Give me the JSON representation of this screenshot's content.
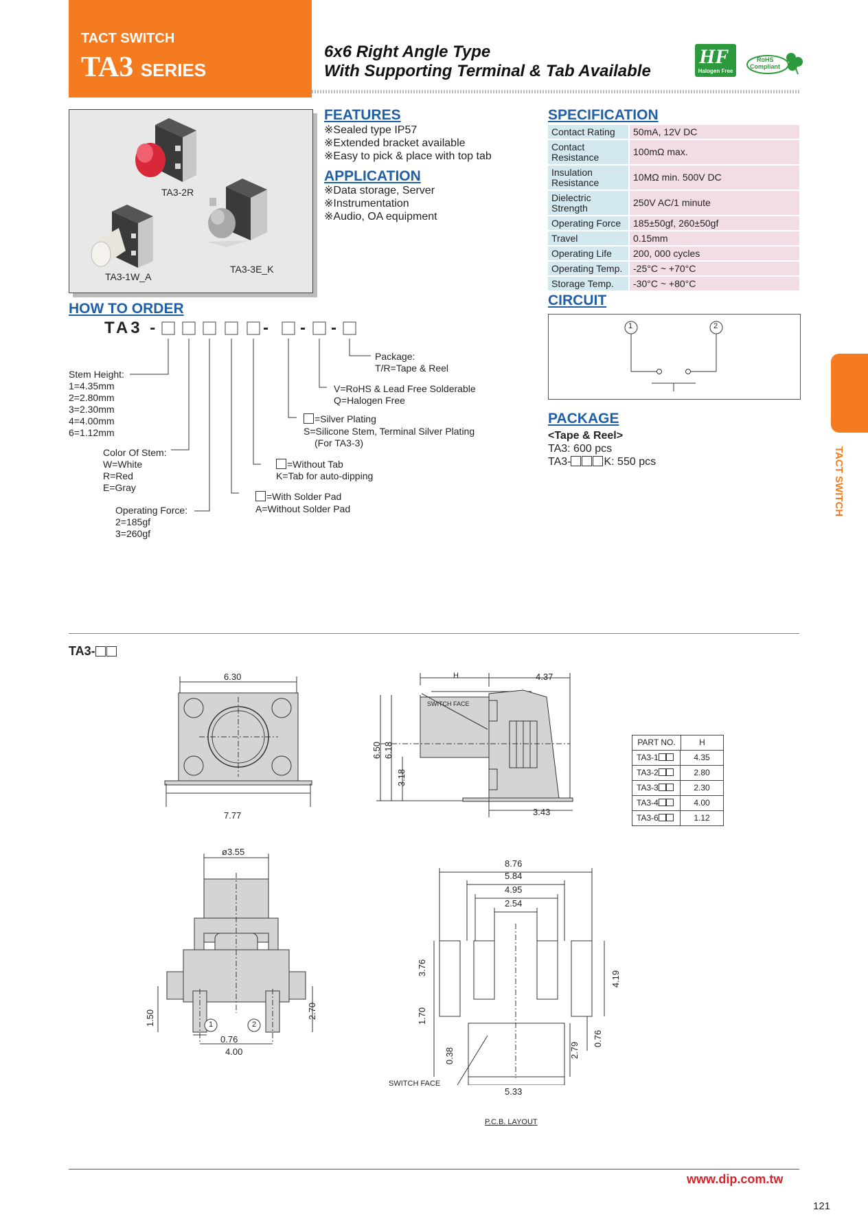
{
  "header": {
    "category": "TACT SWITCH",
    "series_code": "TA3",
    "series_word": "SERIES",
    "subtitle_line1": "6x6 Right Angle Type",
    "subtitle_line2": "With Supporting Terminal & Tab Available",
    "hf_logo_text": "Halogen Free",
    "rohs_logo_line1": "RoHS",
    "rohs_logo_line2": "Compliant"
  },
  "photo": {
    "labels": [
      "TA3-2R",
      "TA3-1W_A",
      "TA3-3E_K"
    ]
  },
  "features": {
    "title": "FEATURES",
    "items": [
      "※Sealed type IP57",
      "※Extended bracket available",
      "※Easy to pick & place with top tab"
    ]
  },
  "application": {
    "title": "APPLICATION",
    "items": [
      "※Data storage, Server",
      "※Instrumentation",
      "※Audio, OA equipment"
    ]
  },
  "specification": {
    "title": "SPECIFICATION",
    "rows": [
      {
        "k": "Contact Rating",
        "v": "50mA, 12V DC"
      },
      {
        "k": "Contact Resistance",
        "v": "100mΩ max."
      },
      {
        "k": "Insulation Resistance",
        "v": "10MΩ min. 500V DC"
      },
      {
        "k": "Dielectric Strength",
        "v": "250V AC/1 minute"
      },
      {
        "k": "Operating Force",
        "v": "185±50gf, 260±50gf"
      },
      {
        "k": "Travel",
        "v": "0.15mm"
      },
      {
        "k": "Operating Life",
        "v": "200, 000 cycles"
      },
      {
        "k": "Operating Temp.",
        "v": "-25°C ~ +70°C"
      },
      {
        "k": "Storage Temp.",
        "v": "-30°C ~ +80°C"
      }
    ]
  },
  "circuit": {
    "title": "CIRCUIT",
    "pin1": "1",
    "pin2": "2"
  },
  "package": {
    "title": "PACKAGE",
    "subtitle": "<Tape & Reel>",
    "line1": "TA3: 600 pcs",
    "line2_prefix": "TA3-",
    "line2_suffix": "K: 550 pcs"
  },
  "how_to_order": {
    "title": "HOW TO ORDER",
    "code_prefix": "TA3 -",
    "dash": "-",
    "package_label": "Package:",
    "package_value": "T/R=Tape & Reel",
    "rohs_v": "V=RoHS & Lead Free Solderable",
    "rohs_q": "Q=Halogen Free",
    "plating1": "=Silver Plating",
    "plating2": "S=Silicone Stem, Terminal Silver Plating",
    "plating3": "(For TA3-3)",
    "tab1": "=Without Tab",
    "tab2": "K=Tab for auto-dipping",
    "pad1": "=With Solder Pad",
    "pad2": "A=Without Solder Pad",
    "stem_height_label": "Stem Height:",
    "stem_heights": [
      "1=4.35mm",
      "2=2.80mm",
      "3=2.30mm",
      "4=4.00mm",
      "6=1.12mm"
    ],
    "color_label": "Color Of Stem:",
    "colors": [
      "W=White",
      "R=Red",
      "E=Gray"
    ],
    "force_label": "Operating Force:",
    "forces": [
      "2=185gf",
      "3=260gf"
    ]
  },
  "drawing": {
    "model_label": "TA3-",
    "top_width": "6.30",
    "bottom_width": "7.77",
    "side_h": "H",
    "side_437": "4.37",
    "switch_face": "SWITCH FACE",
    "side_650": "6.50",
    "side_618": "6.18",
    "side_318": "3.18",
    "side_343": "3.43",
    "part_table": {
      "header_part": "PART NO.",
      "header_h": "H",
      "rows": [
        {
          "part": "TA3-1",
          "h": "4.35"
        },
        {
          "part": "TA3-2",
          "h": "2.80"
        },
        {
          "part": "TA3-3",
          "h": "2.30"
        },
        {
          "part": "TA3-4",
          "h": "4.00"
        },
        {
          "part": "TA3-6",
          "h": "1.12"
        }
      ]
    },
    "front_phi": "ø3.55",
    "front_150": "1.50",
    "front_270": "2.70",
    "front_076": "0.76",
    "front_400": "4.00",
    "pin1": "1",
    "pin2": "2",
    "pcb_876": "8.76",
    "pcb_584": "5.84",
    "pcb_495": "4.95",
    "pcb_254": "2.54",
    "pcb_376": "3.76",
    "pcb_170": "1.70",
    "pcb_038": "0.38",
    "pcb_419": "4.19",
    "pcb_279": "2.79",
    "pcb_076": "0.76",
    "pcb_533": "5.33",
    "pcb_switch_face": "SWITCH FACE",
    "pcb_layout": "P.C.B. LAYOUT"
  },
  "side_tab": "TACT SWITCH",
  "footer": {
    "url": "www.dip.com.tw",
    "page": "121"
  }
}
